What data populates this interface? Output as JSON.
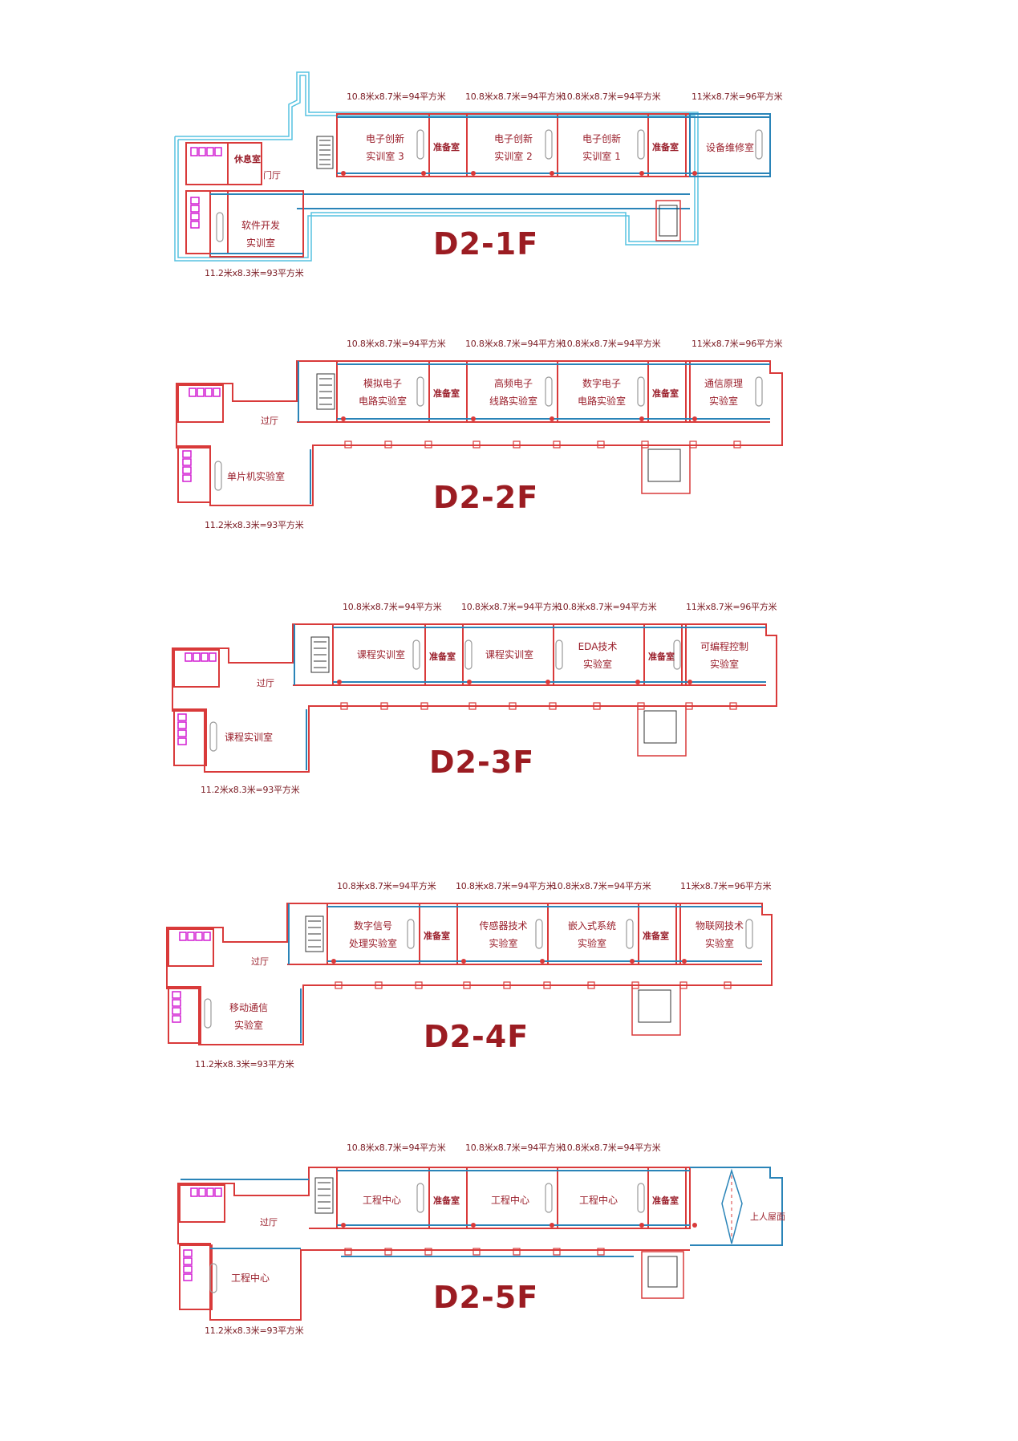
{
  "colors": {
    "wall_red": "#d93a3a",
    "wall_blue": "#2a84b8",
    "cyan_outline": "#56c2e0",
    "text_red": "#9b1c22",
    "fixture_magenta": "#d21fd2"
  },
  "floors": [
    {
      "title": "D2-1F",
      "dims_top": [
        "10.8米x8.7米=94平方米",
        "10.8米x8.7米=94平方米",
        "10.8米x8.7米=94平方米",
        "11米x8.7米=96平方米"
      ],
      "dim_bottom": "11.2米x8.3米=93平方米",
      "rooms": [
        "电子创新\n实训室 3",
        "准备室",
        "电子创新\n实训室 2",
        "电子创新\n实训室 1",
        "准备室",
        "设备维修室"
      ],
      "wing_room": "软件开发\n实训室",
      "lounge": "休息室",
      "hall": "门厅"
    },
    {
      "title": "D2-2F",
      "dims_top": [
        "10.8米x8.7米=94平方米",
        "10.8米x8.7米=94平方米",
        "10.8米x8.7米=94平方米",
        "11米x8.7米=96平方米"
      ],
      "dim_bottom": "11.2米x8.3米=93平方米",
      "rooms": [
        "模拟电子\n电路实验室",
        "准备室",
        "高频电子\n线路实验室",
        "数字电子\n电路实验室",
        "准备室",
        "通信原理\n实验室"
      ],
      "wing_room": "单片机实验室",
      "hall": "过厅"
    },
    {
      "title": "D2-3F",
      "dims_top": [
        "10.8米x8.7米=94平方米",
        "10.8米x8.7米=94平方米",
        "10.8米x8.7米=94平方米",
        "11米x8.7米=96平方米"
      ],
      "dim_bottom": "11.2米x8.3米=93平方米",
      "rooms": [
        "课程实训室",
        "准备室",
        "课程实训室",
        "EDA技术\n实验室",
        "准备室",
        "可编程控制\n实验室"
      ],
      "wing_room": "课程实训室",
      "hall": "过厅"
    },
    {
      "title": "D2-4F",
      "dims_top": [
        "10.8米x8.7米=94平方米",
        "10.8米x8.7米=94平方米",
        "10.8米x8.7米=94平方米",
        "11米x8.7米=96平方米"
      ],
      "dim_bottom": "11.2米x8.3米=93平方米",
      "rooms": [
        "数字信号\n处理实验室",
        "准备室",
        "传感器技术\n实验室",
        "嵌入式系统\n实验室",
        "准备室",
        "物联网技术\n实验室"
      ],
      "wing_room": "移动通信\n实验室",
      "hall": "过厅"
    },
    {
      "title": "D2-5F",
      "dims_top": [
        "10.8米x8.7米=94平方米",
        "10.8米x8.7米=94平方米",
        "10.8米x8.7米=94平方米"
      ],
      "dim_bottom": "11.2米x8.3米=93平方米",
      "rooms": [
        "工程中心",
        "准备室",
        "工程中心",
        "工程中心",
        "准备室",
        "上人屋面"
      ],
      "wing_room": "工程中心",
      "hall": "过厅"
    }
  ]
}
